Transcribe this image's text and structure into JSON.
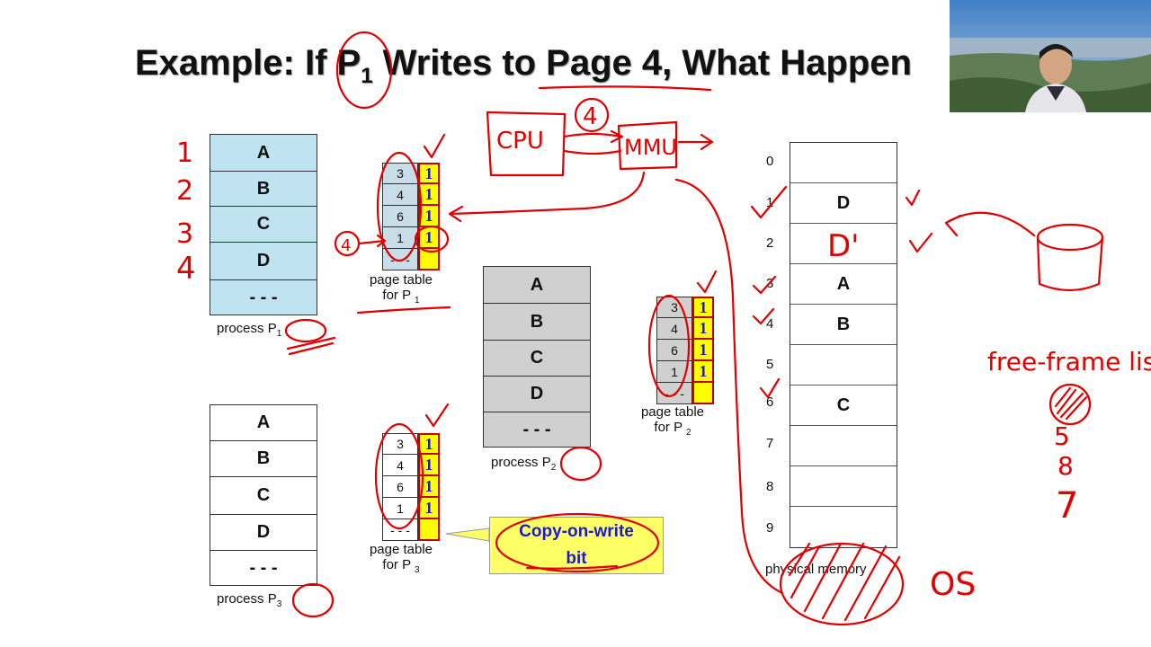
{
  "title": {
    "main": "Example: If P",
    "sub": "1",
    "rest": " Writes to Page 4, What Happen"
  },
  "process_p1": {
    "pages": [
      "A",
      "B",
      "C",
      "D",
      "- - -"
    ],
    "caption": "process",
    "sub": "1"
  },
  "process_p2": {
    "pages": [
      "A",
      "B",
      "C",
      "D",
      "- - -"
    ],
    "caption": "process",
    "sub": "2"
  },
  "process_p3": {
    "pages": [
      "A",
      "B",
      "C",
      "D",
      "- - -"
    ],
    "caption": "process",
    "sub": "3"
  },
  "pt_p1": {
    "frames": [
      "3",
      "4",
      "6",
      "1",
      "- - -"
    ],
    "bits": [
      "1",
      "1",
      "1",
      "1",
      ""
    ],
    "caption1": "page table",
    "caption2": "for P",
    "sub": "1"
  },
  "pt_p2": {
    "frames": [
      "3",
      "4",
      "6",
      "1",
      "- - -"
    ],
    "bits": [
      "1",
      "1",
      "1",
      "1",
      ""
    ],
    "caption1": "page table",
    "caption2": "for P",
    "sub": "2"
  },
  "pt_p3": {
    "frames": [
      "3",
      "4",
      "6",
      "1",
      "- - -"
    ],
    "bits": [
      "1",
      "1",
      "1",
      "1",
      ""
    ],
    "caption1": "page table",
    "caption2": "for P",
    "sub": "3"
  },
  "physical_memory": {
    "frame_numbers": [
      "0",
      "1",
      "2",
      "3",
      "4",
      "5",
      "6",
      "7",
      "8",
      "9"
    ],
    "contents": [
      "",
      "D",
      "D'",
      "A",
      "B",
      "",
      "C",
      "",
      "",
      ""
    ],
    "caption": "physical memory"
  },
  "callout": {
    "line1": "Copy-on-write",
    "line2": "bit"
  },
  "annotations": {
    "row_numbers": [
      "1",
      "2",
      "3",
      "4"
    ],
    "cpu": "CPU",
    "mmu": "MMU",
    "page_num": "4",
    "free_frame_list": "free-frame list",
    "free_frames": [
      "5",
      "8",
      "7"
    ],
    "os": "OS"
  },
  "colors": {
    "annotation_red": "#e00000",
    "valid_bit_fill": "#ffff00",
    "bit_text": "#1a1ad0",
    "p1_fill": "#bfe3f0",
    "p2_fill": "#d0d0d0"
  }
}
